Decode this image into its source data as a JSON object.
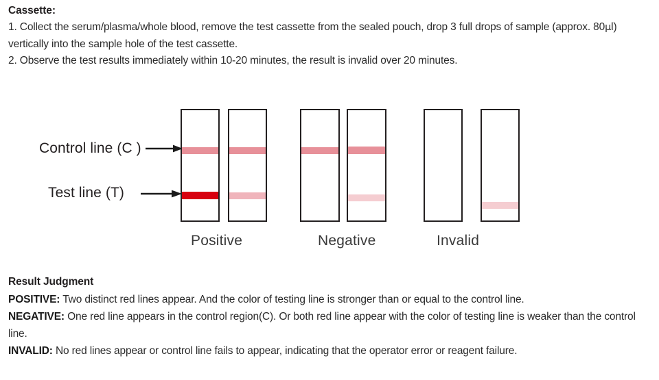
{
  "instructions": {
    "title": "Cassette:",
    "step1_part1": "1. Collect the serum/plasma/whole blood, remove the test cassette from the sealed pouch, drop 3 full drops of sample (approx. 80",
    "step1_mu": "μ",
    "step1_part2": "l) vertically into the sample hole of the test cassette.",
    "step2": "2. Observe the test results immediately within 10-20 minutes, the result is invalid over 20 minutes."
  },
  "diagram": {
    "control_line_label": "Control line (C )",
    "test_line_label": "Test line (T)",
    "groups": [
      {
        "label": "Positive"
      },
      {
        "label": "Negative"
      },
      {
        "label": "Invalid"
      }
    ],
    "colors": {
      "strong_red": "#d7000f",
      "medium_pink": "#e79099",
      "light_pink": "#f0b4bb",
      "faint_pink": "#f5d3d6",
      "outline": "#231f20"
    },
    "strips": [
      {
        "group": "Positive",
        "control_band": "medium",
        "test_band": "strong"
      },
      {
        "group": "Positive",
        "control_band": "medium",
        "test_band": "light"
      },
      {
        "group": "Negative",
        "control_band": "medium",
        "test_band": "none"
      },
      {
        "group": "Negative",
        "control_band": "medium",
        "test_band": "faint"
      },
      {
        "group": "Invalid",
        "control_band": "none",
        "test_band": "none"
      },
      {
        "group": "Invalid",
        "control_band": "none",
        "test_band": "faint-low"
      }
    ]
  },
  "judgment": {
    "title": "Result Judgment",
    "rows": [
      {
        "label": "POSITIVE:",
        "text": " Two distinct red lines appear. And the color of testing line is stronger than or equal to the control line."
      },
      {
        "label": "NEGATIVE:",
        "text": " One red line appears in the control region(C). Or both red line appear with the color of testing line is weaker than the control line."
      },
      {
        "label": "INVALID:",
        "text": " No red lines appear or control line fails to appear, indicating that the operator error or reagent failure."
      }
    ]
  }
}
